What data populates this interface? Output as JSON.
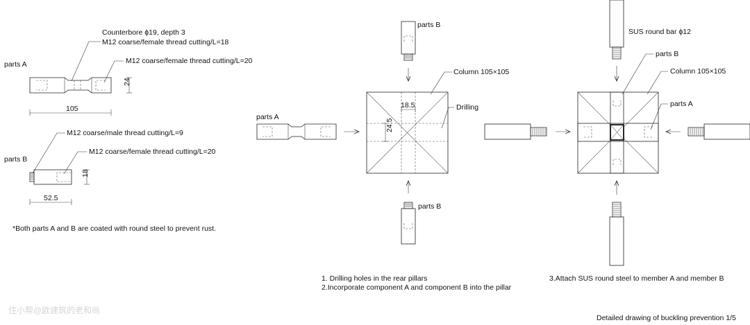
{
  "parts_detail": {
    "parts_a_label": "parts A",
    "counterbore_note": "Counterbore ϕ19, depth 3",
    "m12_female_18": "M12 coarse/female thread cutting/L=18",
    "m12_female_20": "M12 coarse/female thread cutting/L=20",
    "dim_a_length": "105",
    "dim_a_height": "24",
    "parts_b_label": "parts B",
    "m12_male_9": "M12 coarse/male thread cutting/L=9",
    "m12_female_20_b": "M12 coarse/female thread cutting/L=20",
    "dim_b_length": "52.5",
    "dim_b_height": "18",
    "coating_note": "*Both parts A and B are coated with round steel to prevent rust."
  },
  "step_one_two": {
    "parts_b_top": "parts B",
    "column_label": "Column 105×105",
    "drilling_label": "Drilling",
    "parts_a_label": "parts A",
    "dim_18_5": "18.5",
    "dim_24_5": "24.5",
    "parts_b_bottom": "parts B",
    "step_1": "1. Drilling holes in the rear pillars",
    "step_2": "2.Incorporate component A and component B into the pillar"
  },
  "step_three": {
    "sus_label": "SUS round bar ϕ12",
    "parts_b_label": "parts B",
    "column_label": "Column 105×105",
    "parts_a_label": "parts A",
    "step_3": "3.Attach SUS round steel to member A and member B"
  },
  "footer": {
    "title": "Detailed drawing of buckling prevention 1/5",
    "watermark": "住小帮@欧建筑的老和尚"
  }
}
